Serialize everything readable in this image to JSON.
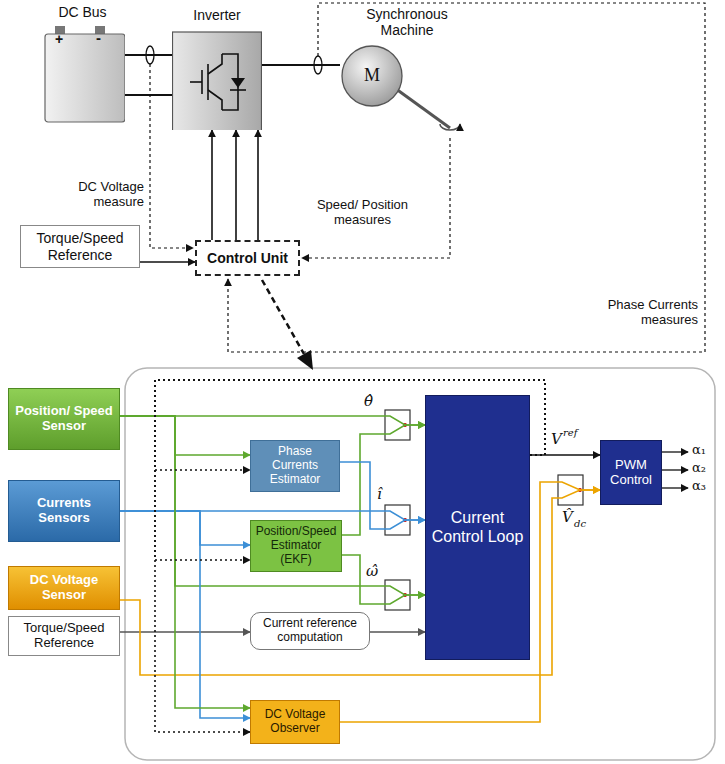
{
  "diagram": {
    "nodes": [
      {
        "text": [
          "DC Bus"
        ]
      },
      {
        "text": [
          "Inverter"
        ]
      },
      {
        "text": [
          "Synchronous Machine",
          "M"
        ]
      },
      {
        "text": [
          "Torque/Speed Reference"
        ]
      },
      {
        "text": [
          "Control Unit"
        ]
      },
      {
        "text": [
          "Position/ Speed Sensor"
        ]
      },
      {
        "text": [
          "Currents Sensors"
        ]
      },
      {
        "text": [
          "DC Voltage Sensor"
        ]
      },
      {
        "text": [
          "Torque/Speed Reference"
        ]
      },
      {
        "text": [
          "Phase Currents Estimator"
        ]
      },
      {
        "text": [
          "Position/Speed Estimator (EKF)"
        ]
      },
      {
        "text": [
          "Current reference computation"
        ]
      },
      {
        "text": [
          "DC Voltage Observer"
        ]
      },
      {
        "text": [
          "Current Control Loop"
        ]
      },
      {
        "text": [
          "PWM Control"
        ]
      }
    ],
    "edges": [
      {
        "from": 0,
        "to": 1,
        "arrow": "none"
      },
      {
        "from": 1,
        "to": 2,
        "arrow": "none"
      },
      {
        "from": 4,
        "to": 1,
        "arrow": "to"
      },
      {
        "from": 4,
        "to": 1,
        "arrow": "to"
      },
      {
        "from": 4,
        "to": 1,
        "arrow": "to"
      },
      {
        "from": 3,
        "to": 4,
        "arrow": "to"
      },
      {
        "from": 5,
        "to": 13,
        "arrow": "to"
      },
      {
        "from": 10,
        "to": 13,
        "arrow": "to"
      },
      {
        "from": 6,
        "to": 13,
        "arrow": "to"
      },
      {
        "from": 9,
        "to": 13,
        "arrow": "to"
      },
      {
        "from": 5,
        "to": 13,
        "arrow": "to"
      },
      {
        "from": 10,
        "to": 13,
        "arrow": "to"
      },
      {
        "from": 8,
        "to": 11,
        "arrow": "to"
      },
      {
        "from": 11,
        "to": 13,
        "arrow": "to"
      },
      {
        "from": 13,
        "to": 14,
        "arrow": "to"
      },
      {
        "from": 7,
        "to": 14,
        "arrow": "to"
      },
      {
        "from": 12,
        "to": 14,
        "arrow": "to"
      },
      {
        "from": 5,
        "to": 9,
        "arrow": "to"
      },
      {
        "from": 6,
        "to": 10,
        "arrow": "to"
      },
      {
        "from": 6,
        "to": 12,
        "arrow": "to"
      },
      {
        "from": 5,
        "to": 12,
        "arrow": "to"
      },
      {
        "from": 13,
        "to": 9,
        "arrow": "to"
      },
      {
        "from": 13,
        "to": 10,
        "arrow": "to"
      },
      {
        "from": 13,
        "to": 12,
        "arrow": "to"
      }
    ],
    "labels": [
      "+",
      "-",
      "DC Voltage measure",
      "Speed/ Position measures",
      "Phase Currents measures",
      "θ̂",
      "î",
      "ω̂",
      "V",
      "ref",
      "V̂",
      "dc",
      "α₁",
      "α₂",
      "α₃"
    ]
  }
}
